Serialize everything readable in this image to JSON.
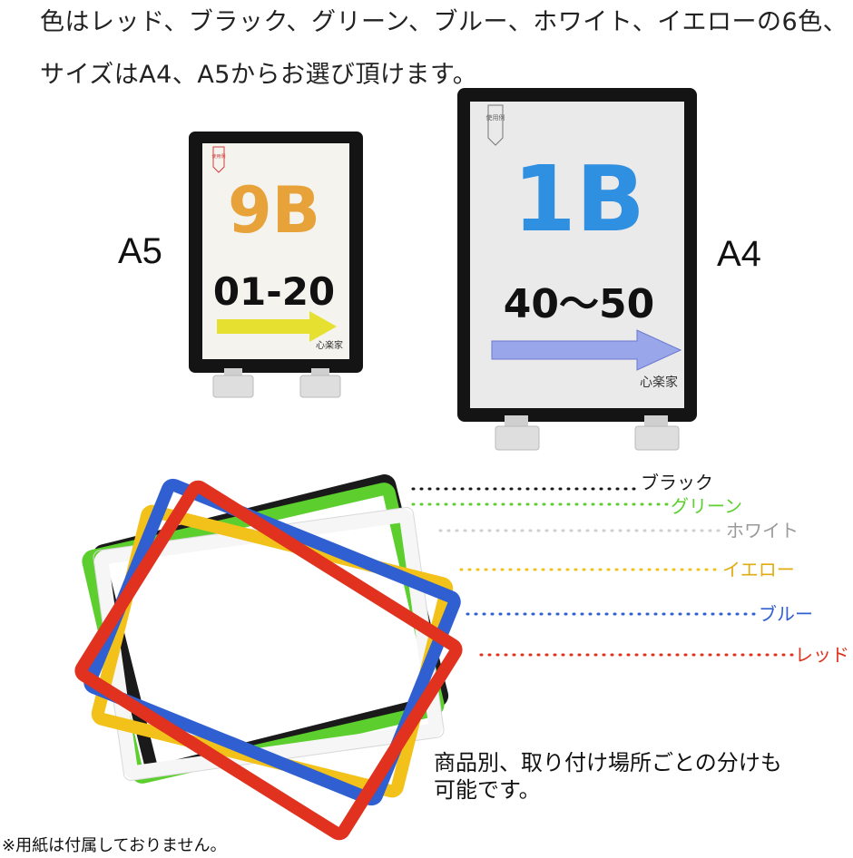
{
  "headline": {
    "line1": "色はレッド、ブラック、グリーン、ブルー、ホワイト、イエローの6色、",
    "line2": "サイズはA4、A5からお選び頂けます。"
  },
  "sizes": {
    "a5_label": "A5",
    "a4_label": "A4"
  },
  "a5_poster": {
    "sample_mark": "使用例",
    "code": "9B",
    "range": "01-20",
    "brand": "心楽家",
    "code_color": "#e8a23a",
    "arrow_color": "#e6e030"
  },
  "a4_poster": {
    "sample_mark": "使用例",
    "code": "1B",
    "range": "40～50",
    "brand": "心楽家",
    "code_color": "#2f8fe0",
    "arrow_color": "#9aa6ea"
  },
  "colors": [
    {
      "label": "ブラック",
      "color": "#1a1a1a"
    },
    {
      "label": "グリーン",
      "color": "#5ccf2e"
    },
    {
      "label": "ホワイト",
      "color": "#9a9a9a"
    },
    {
      "label": "イエロー",
      "color": "#f2c21a"
    },
    {
      "label": "ブルー",
      "color": "#2f5fd0"
    },
    {
      "label": "レッド",
      "color": "#e0321e"
    }
  ],
  "note": {
    "line1": "商品別、取り付け場所ごとの分けも",
    "line2": "可能です。"
  },
  "footnote": "※用紙は付属しておりません。"
}
